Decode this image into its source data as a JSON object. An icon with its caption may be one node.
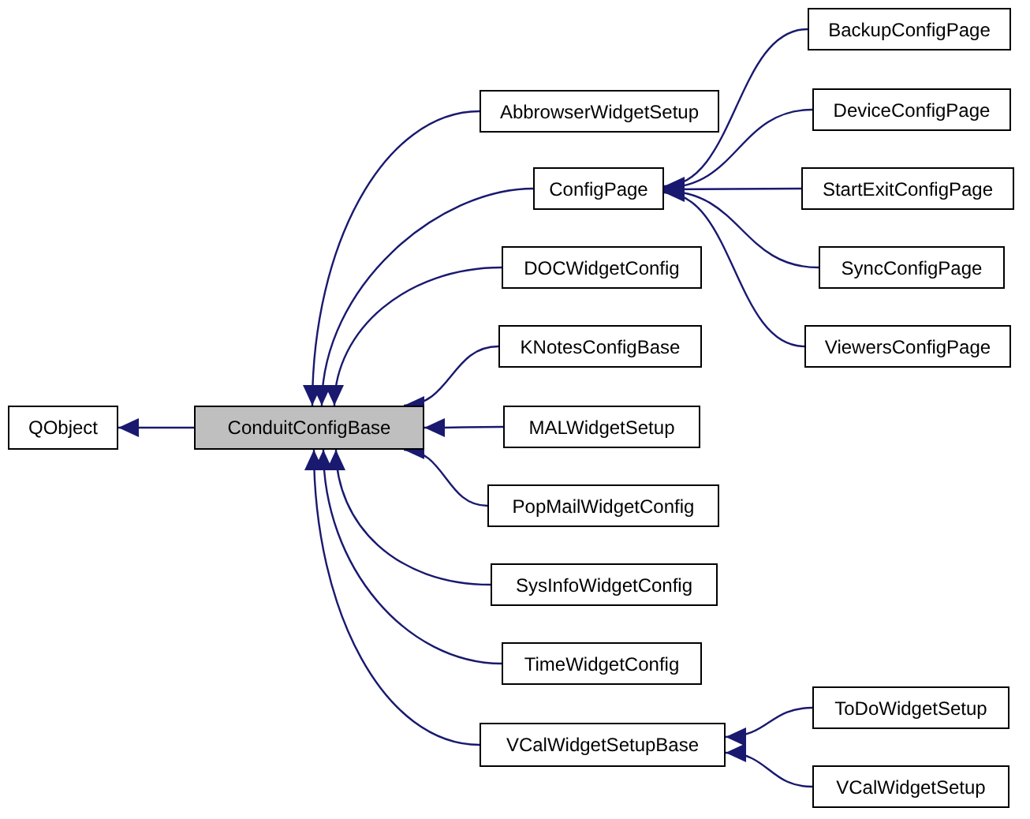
{
  "diagram": {
    "nodes": [
      {
        "text": [
          "QObject"
        ]
      },
      {
        "text": [
          "ConduitConfigBase"
        ]
      },
      {
        "text": [
          "AbbrowserWidgetSetup"
        ]
      },
      {
        "text": [
          "ConfigPage"
        ]
      },
      {
        "text": [
          "DOCWidgetConfig"
        ]
      },
      {
        "text": [
          "KNotesConfigBase"
        ]
      },
      {
        "text": [
          "MALWidgetSetup"
        ]
      },
      {
        "text": [
          "PopMailWidgetConfig"
        ]
      },
      {
        "text": [
          "SysInfoWidgetConfig"
        ]
      },
      {
        "text": [
          "TimeWidgetConfig"
        ]
      },
      {
        "text": [
          "VCalWidgetSetupBase"
        ]
      },
      {
        "text": [
          "BackupConfigPage"
        ]
      },
      {
        "text": [
          "DeviceConfigPage"
        ]
      },
      {
        "text": [
          "StartExitConfigPage"
        ]
      },
      {
        "text": [
          "SyncConfigPage"
        ]
      },
      {
        "text": [
          "ViewersConfigPage"
        ]
      },
      {
        "text": [
          "ToDoWidgetSetup"
        ]
      },
      {
        "text": [
          "VCalWidgetSetup"
        ]
      }
    ],
    "edges": [
      {
        "from": 1,
        "to": 0,
        "arrow": "to"
      },
      {
        "from": 2,
        "to": 1,
        "arrow": "to"
      },
      {
        "from": 3,
        "to": 1,
        "arrow": "to"
      },
      {
        "from": 4,
        "to": 1,
        "arrow": "to"
      },
      {
        "from": 5,
        "to": 1,
        "arrow": "to"
      },
      {
        "from": 6,
        "to": 1,
        "arrow": "to"
      },
      {
        "from": 7,
        "to": 1,
        "arrow": "to"
      },
      {
        "from": 8,
        "to": 1,
        "arrow": "to"
      },
      {
        "from": 9,
        "to": 1,
        "arrow": "to"
      },
      {
        "from": 10,
        "to": 1,
        "arrow": "to"
      },
      {
        "from": 11,
        "to": 3,
        "arrow": "to"
      },
      {
        "from": 12,
        "to": 3,
        "arrow": "to"
      },
      {
        "from": 13,
        "to": 3,
        "arrow": "to"
      },
      {
        "from": 14,
        "to": 3,
        "arrow": "to"
      },
      {
        "from": 15,
        "to": 3,
        "arrow": "to"
      },
      {
        "from": 16,
        "to": 10,
        "arrow": "to"
      },
      {
        "from": 17,
        "to": 10,
        "arrow": "to"
      }
    ]
  }
}
